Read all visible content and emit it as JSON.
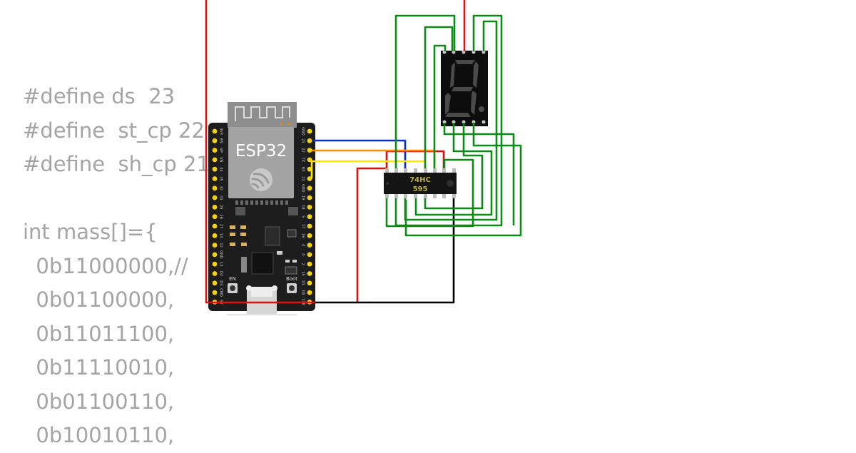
{
  "code": {
    "lines": [
      "#define ds  23",
      "#define  st_cp 22",
      "#define  sh_cp 21",
      "",
      "int mass[]={",
      "  0b11000000,//",
      "  0b01100000,",
      "  0b11011100,",
      "  0b11110010,",
      "  0b01100110,",
      "  0b10010110,"
    ]
  },
  "esp32": {
    "label": "ESP32",
    "en_label": "EN",
    "boot_label": "Boot",
    "left_pins": [
      "3V3",
      "EN",
      "VP",
      "VN",
      "34",
      "35",
      "32",
      "33",
      "25",
      "26",
      "27",
      "14",
      "12",
      "GND",
      "13",
      "D2",
      "D3",
      "CMD",
      "5V"
    ],
    "right_pins": [
      "GND",
      "23",
      "22",
      "TX",
      "RX",
      "21",
      "GND",
      "19",
      "18",
      "5",
      "17",
      "16",
      "4",
      "0",
      "2",
      "15",
      "D1",
      "D0",
      "CLK"
    ]
  },
  "shift_register": {
    "label_line1": "74HC",
    "label_line2": "595"
  },
  "colors": {
    "wire_red": "#e01010",
    "wire_green": "#0c8a16",
    "wire_blue": "#0a2ccc",
    "wire_orange": "#ff8c00",
    "wire_yellow": "#ffe600",
    "wire_black": "#000000",
    "board": "#1d1d1d",
    "pin": "#f5d20f",
    "module": "#9a9a9a"
  }
}
